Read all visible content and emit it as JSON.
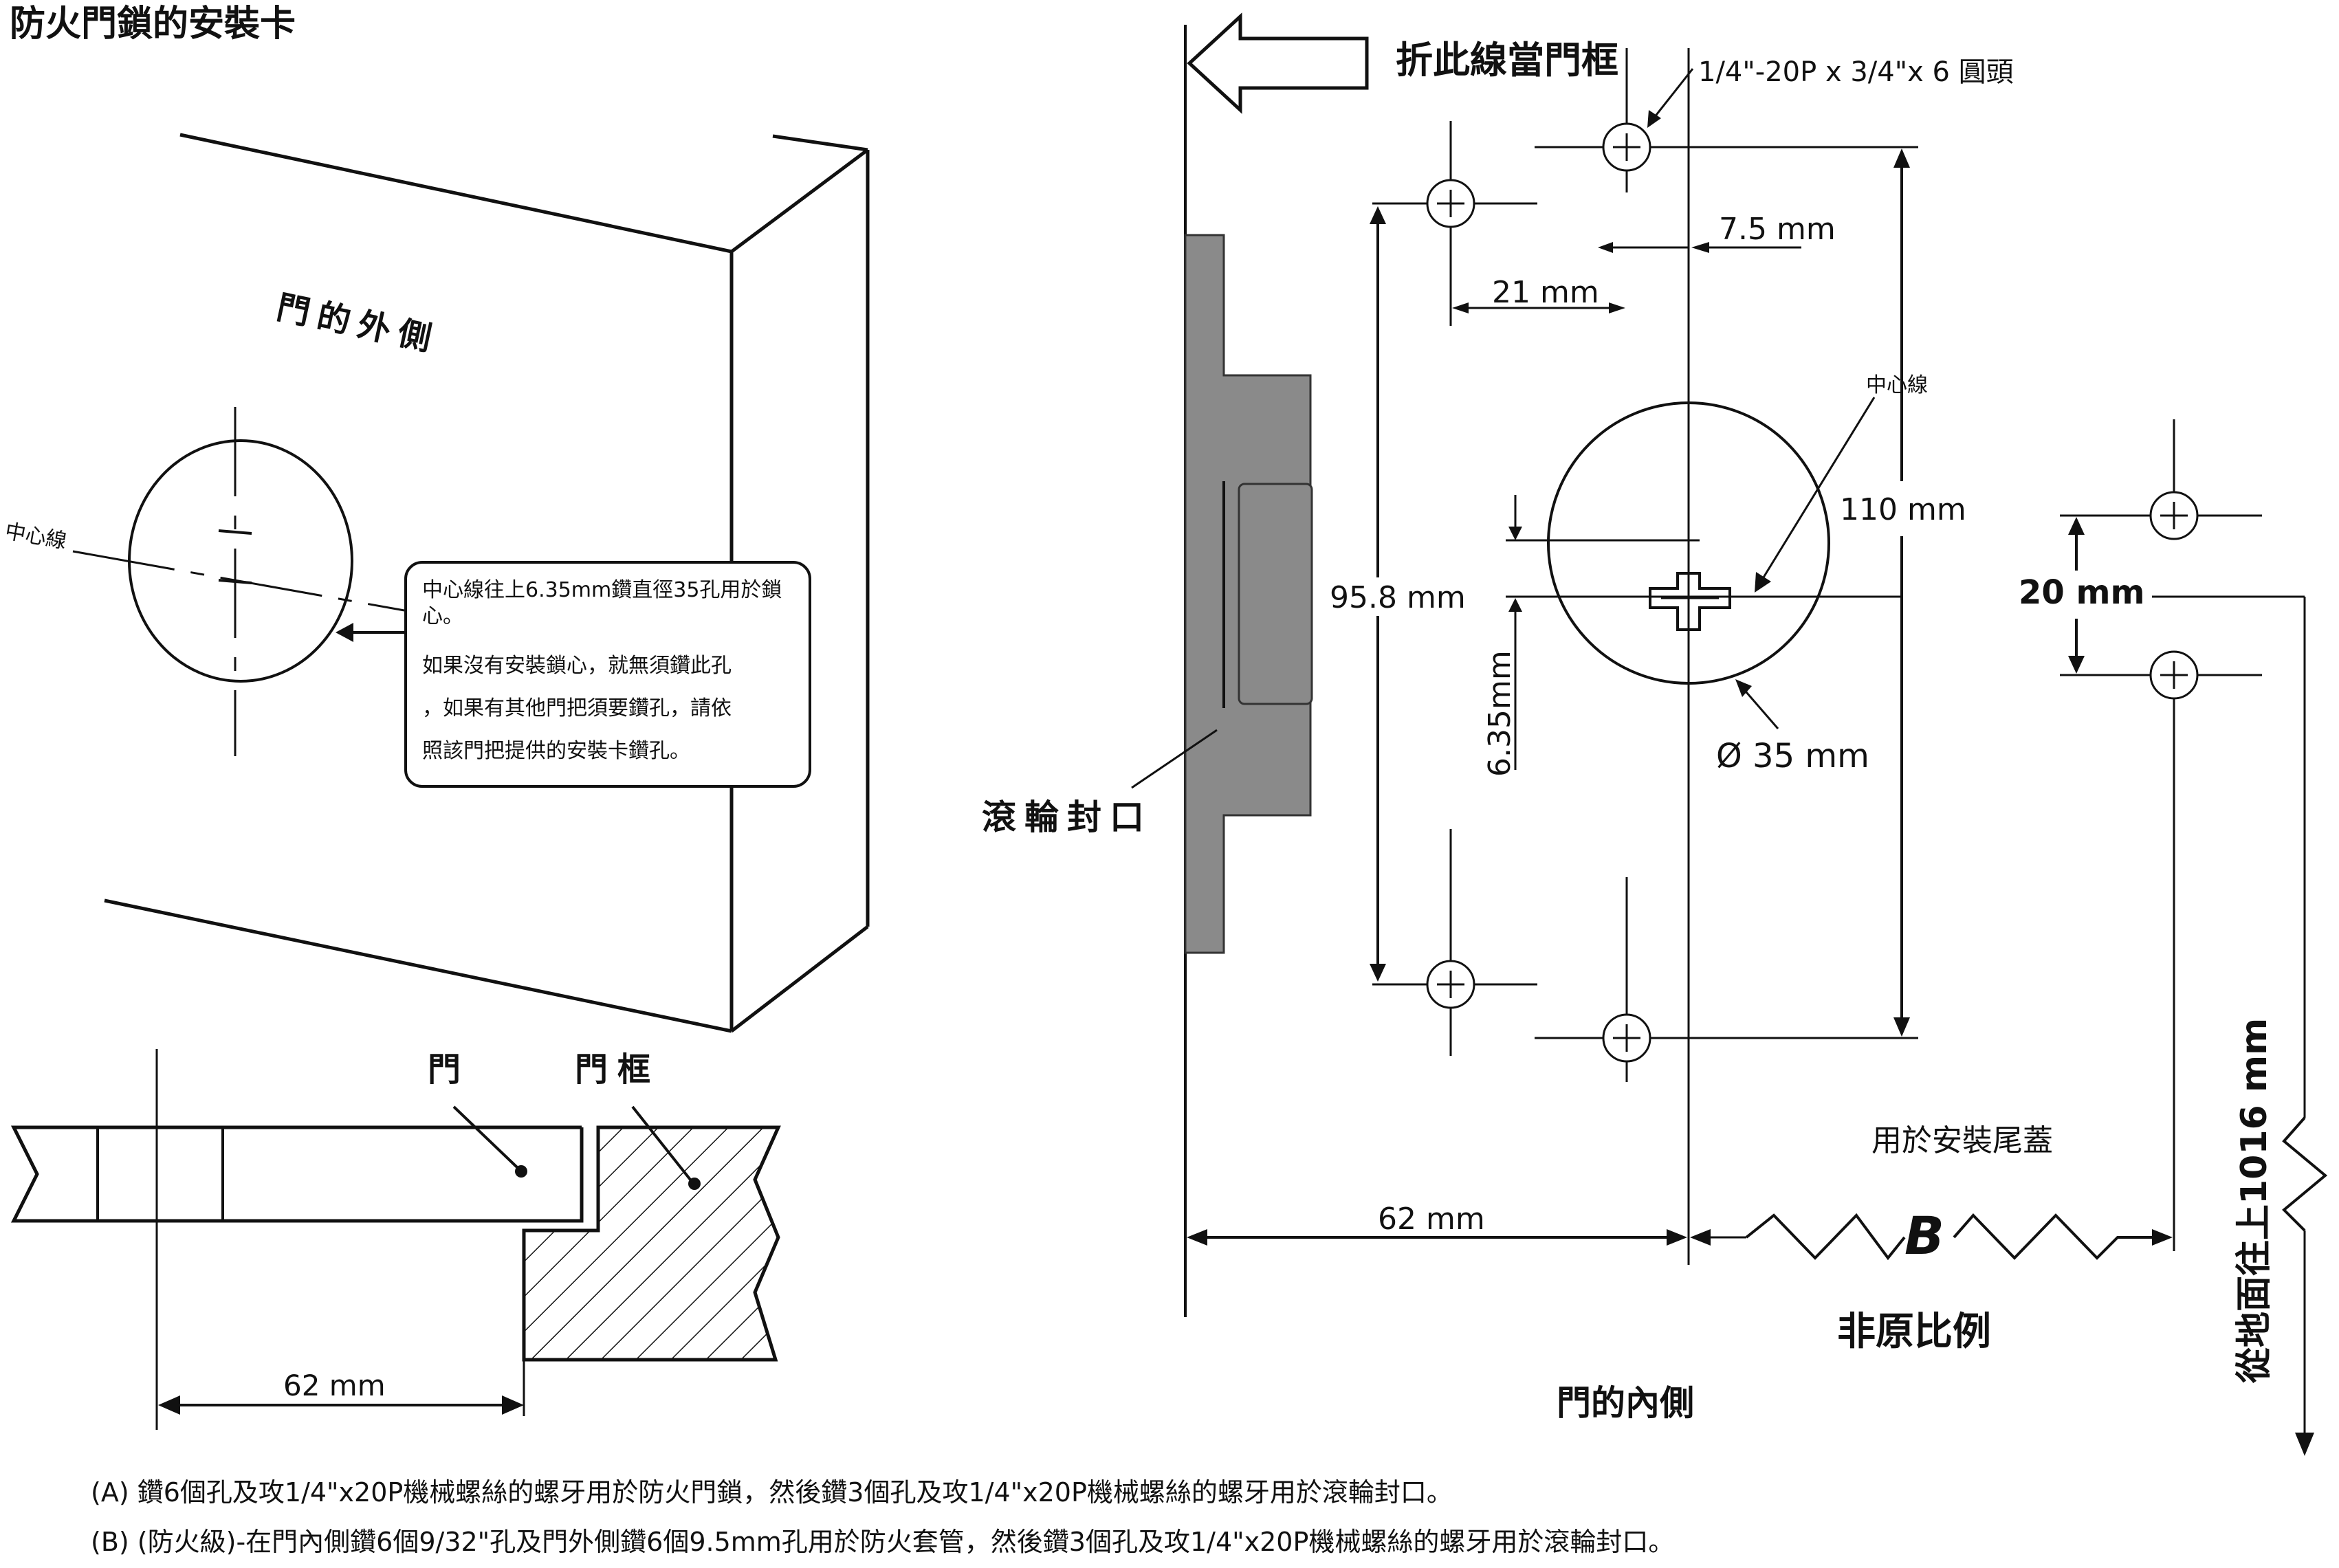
{
  "title": "防火門鎖的安裝卡",
  "labels": {
    "outside_door": "門的外側",
    "centerline_left": "中心線",
    "door": "門",
    "door_frame": "門框",
    "dim_62_left": "62 mm",
    "fold_line": "折此線當門框",
    "screw_spec": "1/4\"-20P x 3/4\"x 6 圓頭",
    "dim_7_5": "7.5 mm",
    "dim_21": "21 mm",
    "centerline_right": "中心線",
    "dim_110": "110 mm",
    "dim_95_8": "95.8 mm",
    "dim_6_35": "6.35mm",
    "dim_35": "Ø 35 mm",
    "roller_seal": "滾輪封口",
    "dim_20": "20 mm",
    "for_tail_cover": "用於安裝尾蓋",
    "dim_62_right": "62 mm",
    "marker_b": "B",
    "not_to_scale": "非原比例",
    "inside_door": "門的內側",
    "from_floor": "從地面往上1016 mm"
  },
  "callout": {
    "line1": "中心線往上6.35mm鑽直徑35孔用於鎖心。",
    "line2": "如果沒有安裝鎖心，就無須鑽此孔",
    "line3": "，如果有其他門把須要鑽孔，請依",
    "line4": "照該門把提供的安裝卡鑽孔。"
  },
  "notes": {
    "a": "(A) 鑽6個孔及攻1/4\"x20P機械螺絲的螺牙用於防火門鎖，然後鑽3個孔及攻1/4\"x20P機械螺絲的螺牙用於滾輪封口。",
    "b": "(B) (防火級)-在門內側鑽6個9/32\"孔及門外側鑽6個9.5mm孔用於防火套管，然後鑽3個孔及攻1/4\"x20P機械螺絲的螺牙用於滾輪封口。"
  }
}
